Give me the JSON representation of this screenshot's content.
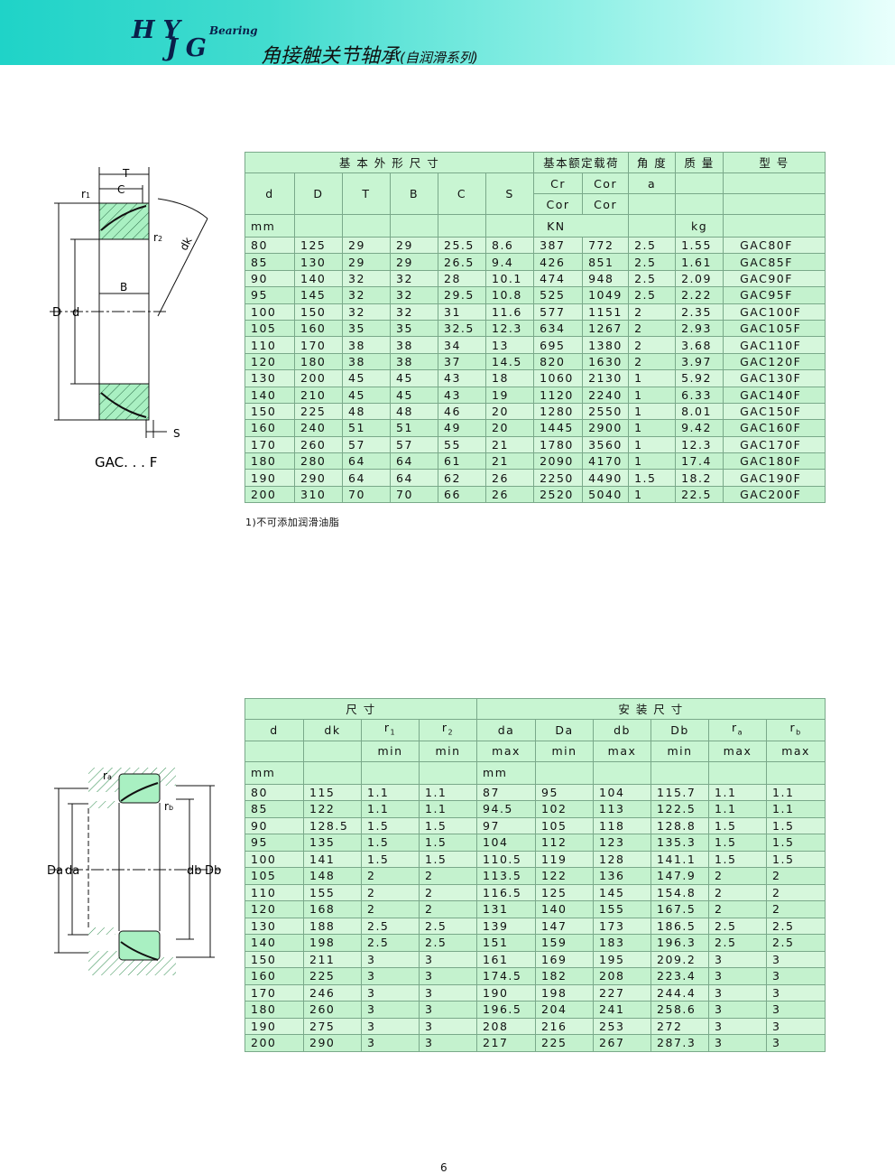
{
  "header": {
    "logo": {
      "letters_top": "HY",
      "letters_bottom": "JG",
      "word": "Bearing"
    },
    "title": "角接触关节轴承",
    "subtitle": "(自润滑系列)"
  },
  "drawing1": {
    "labels": {
      "T": "T",
      "C": "C",
      "r1": "r",
      "r1_sub": "1",
      "r2": "r",
      "r2_sub": "2",
      "dk": "dk",
      "B": "B",
      "D": "D",
      "d": "d",
      "S": "S"
    },
    "caption": "GAC. . . F"
  },
  "table1": {
    "group_dims": "基 本 外 形 尺 寸",
    "group_load": "基本额定载荷",
    "group_angle": "角 度",
    "group_mass": "质 量",
    "group_model": "型 号",
    "cols": [
      "d",
      "D",
      "T",
      "B",
      "C",
      "S"
    ],
    "load_row1": [
      "Cr",
      "Cor"
    ],
    "load_row2": [
      "Cor",
      "Cor"
    ],
    "angle_sym": "a",
    "unit_mm": "mm",
    "unit_kn": "KN",
    "unit_kg": "kg",
    "rows": [
      [
        "80",
        "125",
        "29",
        "29",
        "25.5",
        "8.6",
        "387",
        "772",
        "2.5",
        "1.55",
        "GAC80F"
      ],
      [
        "85",
        "130",
        "29",
        "29",
        "26.5",
        "9.4",
        "426",
        "851",
        "2.5",
        "1.61",
        "GAC85F"
      ],
      [
        "90",
        "140",
        "32",
        "32",
        "28",
        "10.1",
        "474",
        "948",
        "2.5",
        "2.09",
        "GAC90F"
      ],
      [
        "95",
        "145",
        "32",
        "32",
        "29.5",
        "10.8",
        "525",
        "1049",
        "2.5",
        "2.22",
        "GAC95F"
      ],
      [
        "100",
        "150",
        "32",
        "32",
        "31",
        "11.6",
        "577",
        "1151",
        "2",
        "2.35",
        "GAC100F"
      ],
      [
        "105",
        "160",
        "35",
        "35",
        "32.5",
        "12.3",
        "634",
        "1267",
        "2",
        "2.93",
        "GAC105F"
      ],
      [
        "110",
        "170",
        "38",
        "38",
        "34",
        "13",
        "695",
        "1380",
        "2",
        "3.68",
        "GAC110F"
      ],
      [
        "120",
        "180",
        "38",
        "38",
        "37",
        "14.5",
        "820",
        "1630",
        "2",
        "3.97",
        "GAC120F"
      ],
      [
        "130",
        "200",
        "45",
        "45",
        "43",
        "18",
        "1060",
        "2130",
        "1",
        "5.92",
        "GAC130F"
      ],
      [
        "140",
        "210",
        "45",
        "45",
        "43",
        "19",
        "1120",
        "2240",
        "1",
        "6.33",
        "GAC140F"
      ],
      [
        "150",
        "225",
        "48",
        "48",
        "46",
        "20",
        "1280",
        "2550",
        "1",
        "8.01",
        "GAC150F"
      ],
      [
        "160",
        "240",
        "51",
        "51",
        "49",
        "20",
        "1445",
        "2900",
        "1",
        "9.42",
        "GAC160F"
      ],
      [
        "170",
        "260",
        "57",
        "57",
        "55",
        "21",
        "1780",
        "3560",
        "1",
        "12.3",
        "GAC170F"
      ],
      [
        "180",
        "280",
        "64",
        "64",
        "61",
        "21",
        "2090",
        "4170",
        "1",
        "17.4",
        "GAC180F"
      ],
      [
        "190",
        "290",
        "64",
        "64",
        "62",
        "26",
        "2250",
        "4490",
        "1.5",
        "18.2",
        "GAC190F"
      ],
      [
        "200",
        "310",
        "70",
        "70",
        "66",
        "26",
        "2520",
        "5040",
        "1",
        "22.5",
        "GAC200F"
      ]
    ],
    "note": "1)不可添加润滑油脂"
  },
  "drawing2": {
    "labels": {
      "ra": "r",
      "ra_sub": "a",
      "rb": "r",
      "rb_sub": "b",
      "Da": "Da",
      "da": "da",
      "db": "db",
      "Db": "Db"
    }
  },
  "table2": {
    "group_size": "尺 寸",
    "group_install": "安 装 尺 寸",
    "cols": [
      "d",
      "dk",
      "r",
      "r",
      "da",
      "Da",
      "db",
      "Db",
      "r",
      "r"
    ],
    "col_subs": [
      "",
      "",
      "1",
      "2",
      "",
      "",
      "",
      "",
      "a",
      "b"
    ],
    "limits": [
      "",
      "",
      "min",
      "min",
      "max",
      "min",
      "max",
      "min",
      "max",
      "max"
    ],
    "unit_mm": "mm",
    "rows": [
      [
        "80",
        "115",
        "1.1",
        "1.1",
        "87",
        "95",
        "104",
        "115.7",
        "1.1",
        "1.1"
      ],
      [
        "85",
        "122",
        "1.1",
        "1.1",
        "94.5",
        "102",
        "113",
        "122.5",
        "1.1",
        "1.1"
      ],
      [
        "90",
        "128.5",
        "1.5",
        "1.5",
        "97",
        "105",
        "118",
        "128.8",
        "1.5",
        "1.5"
      ],
      [
        "95",
        "135",
        "1.5",
        "1.5",
        "104",
        "112",
        "123",
        "135.3",
        "1.5",
        "1.5"
      ],
      [
        "100",
        "141",
        "1.5",
        "1.5",
        "110.5",
        "119",
        "128",
        "141.1",
        "1.5",
        "1.5"
      ],
      [
        "105",
        "148",
        "2",
        "2",
        "113.5",
        "122",
        "136",
        "147.9",
        "2",
        "2"
      ],
      [
        "110",
        "155",
        "2",
        "2",
        "116.5",
        "125",
        "145",
        "154.8",
        "2",
        "2"
      ],
      [
        "120",
        "168",
        "2",
        "2",
        "131",
        "140",
        "155",
        "167.5",
        "2",
        "2"
      ],
      [
        "130",
        "188",
        "2.5",
        "2.5",
        "139",
        "147",
        "173",
        "186.5",
        "2.5",
        "2.5"
      ],
      [
        "140",
        "198",
        "2.5",
        "2.5",
        "151",
        "159",
        "183",
        "196.3",
        "2.5",
        "2.5"
      ],
      [
        "150",
        "211",
        "3",
        "3",
        "161",
        "169",
        "195",
        "209.2",
        "3",
        "3"
      ],
      [
        "160",
        "225",
        "3",
        "3",
        "174.5",
        "182",
        "208",
        "223.4",
        "3",
        "3"
      ],
      [
        "170",
        "246",
        "3",
        "3",
        "190",
        "198",
        "227",
        "244.4",
        "3",
        "3"
      ],
      [
        "180",
        "260",
        "3",
        "3",
        "196.5",
        "204",
        "241",
        "258.6",
        "3",
        "3"
      ],
      [
        "190",
        "275",
        "3",
        "3",
        "208",
        "216",
        "253",
        "272",
        "3",
        "3"
      ],
      [
        "200",
        "290",
        "3",
        "3",
        "217",
        "225",
        "267",
        "287.3",
        "3",
        "3"
      ]
    ]
  },
  "page_number": "6"
}
